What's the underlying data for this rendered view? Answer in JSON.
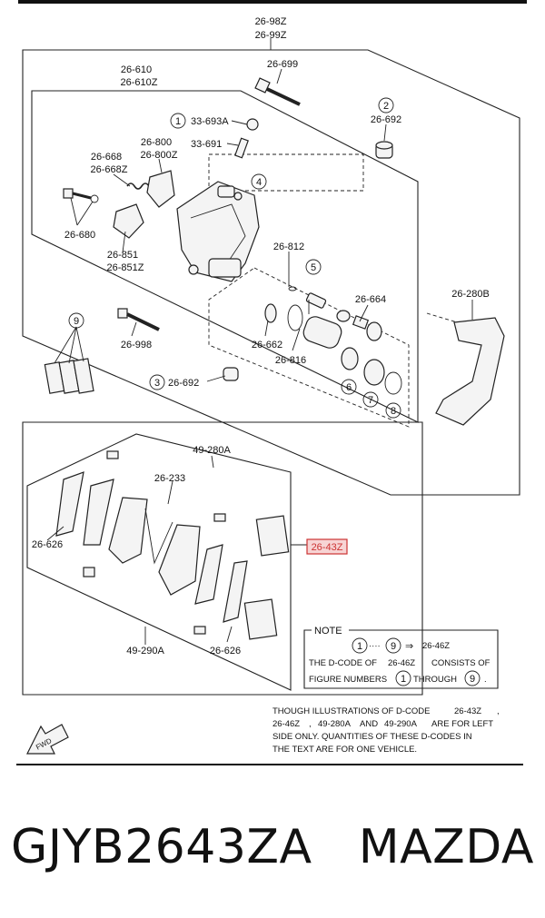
{
  "diagram": {
    "labels": {
      "l_2698z": "26-98Z",
      "l_2699z": "26-99Z",
      "l_26610": "26-610",
      "l_26610z": "26-610Z",
      "l_26699": "26-699",
      "l_33693a": "33-693A",
      "l_33691": "33-691",
      "l_26692_top": "26-692",
      "l_26800": "26-800",
      "l_26800z": "26-800Z",
      "l_26668": "26-668",
      "l_26668z": "26-668Z",
      "l_26680": "26-680",
      "l_26851": "26-851",
      "l_26851z": "26-851Z",
      "l_26812": "26-812",
      "l_26664": "26-664",
      "l_26280b": "26-280B",
      "l_26662": "26-662",
      "l_26816": "26-816",
      "l_26998": "26-998",
      "l_26692_bot": "26-692",
      "l_49280a": "49-280A",
      "l_26233": "26-233",
      "l_26626_left": "26-626",
      "l_2643z": "26-43Z",
      "l_49290a": "49-290A",
      "l_26626_bot": "26-626"
    },
    "callouts": {
      "c1": "1",
      "c2": "2",
      "c3": "3",
      "c4": "4",
      "c5": "5",
      "c6": "6",
      "c7": "7",
      "c8": "8",
      "c9": "9"
    },
    "note": {
      "title": "NOTE",
      "range_from": "1",
      "range_dots": "····",
      "range_to": "9",
      "arrow": "⇒",
      "range_code": "26-46Z",
      "line1_a": "THE D-CODE OF",
      "line1_code": "26-46Z",
      "line1_b": "CONSISTS OF",
      "line2_a": "FIGURE NUMBERS",
      "line2_n1": "1",
      "line2_mid": "THROUGH",
      "line2_n2": "9",
      "line2_end": "."
    },
    "disclaimer": {
      "line1_a": "THOUGH ILLUSTRATIONS OF D-CODE",
      "line1_code": "26-43Z",
      "line1_end": ",",
      "line2_code1": "26-46Z",
      "line2_b": ",",
      "line2_code2": "49-280A",
      "line2_c": "AND",
      "line2_code3": "49-290A",
      "line2_d": "ARE FOR LEFT",
      "line3": "SIDE ONLY. QUANTITIES OF THESE D-CODES IN",
      "line4": "THE TEXT ARE FOR ONE VEHICLE."
    },
    "fwd_label": "FWD",
    "highlight_color": "#cc3333"
  },
  "footer": {
    "part_number": "GJYB2643ZA",
    "brand": "MAZDA"
  }
}
